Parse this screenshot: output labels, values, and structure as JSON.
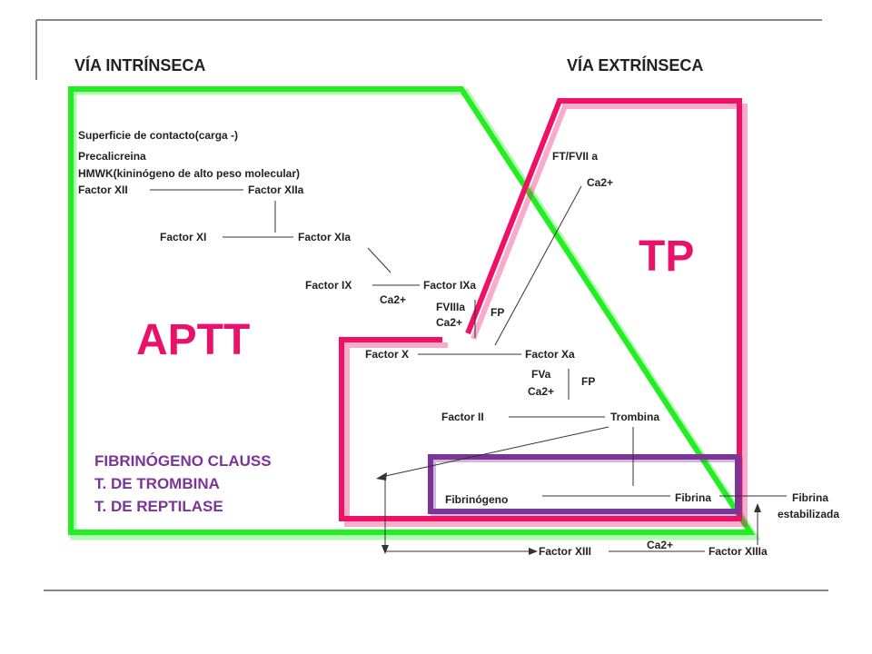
{
  "headers": {
    "intrinsic": "VÍA INTRÍNSECA",
    "extrinsic": "VÍA EXTRÍNSECA"
  },
  "labels": {
    "aptt": "APTT",
    "tp": "TP"
  },
  "intrinsic": {
    "contact_surface": "Superficie de contacto(carga -)",
    "prekallikrein": "Precalicreina",
    "hmwk": "HMWK(kininógeno de alto peso molecular)",
    "factor_xii": "Factor XII",
    "factor_xiia": "Factor XIIa",
    "factor_xi": "Factor XI",
    "factor_xia": "Factor XIa",
    "factor_ix": "Factor IX",
    "factor_ixa": "Factor IXa",
    "ca_1": "Ca2+",
    "fviiia": "FVIIIa",
    "ca_2": "Ca2+",
    "fp_1": "FP"
  },
  "extrinsic": {
    "ft_fviia": "FT/FVII a",
    "ca": "Ca2+"
  },
  "common": {
    "factor_x": "Factor X",
    "factor_xa": "Factor Xa",
    "fva": "FVa",
    "ca_3": "Ca2+",
    "fp_2": "FP",
    "factor_ii": "Factor II",
    "thrombin": "Trombina",
    "fibrinogen": "Fibrinógeno",
    "fibrin": "Fibrina",
    "fibrin_stab_1": "Fibrina",
    "fibrin_stab_2": "estabilizada",
    "factor_xiii": "Factor XIII",
    "factor_xiiia": "Factor XIIIa",
    "ca_4": "Ca2+"
  },
  "tests": [
    "FIBRINÓGENO CLAUSS",
    "T. DE TROMBINA",
    "T. DE REPTILASE"
  ],
  "colors": {
    "green": "#22ee22",
    "pink": "#ee1166",
    "purple": "#7b3596",
    "rule": "#888888",
    "line": "#333333"
  }
}
